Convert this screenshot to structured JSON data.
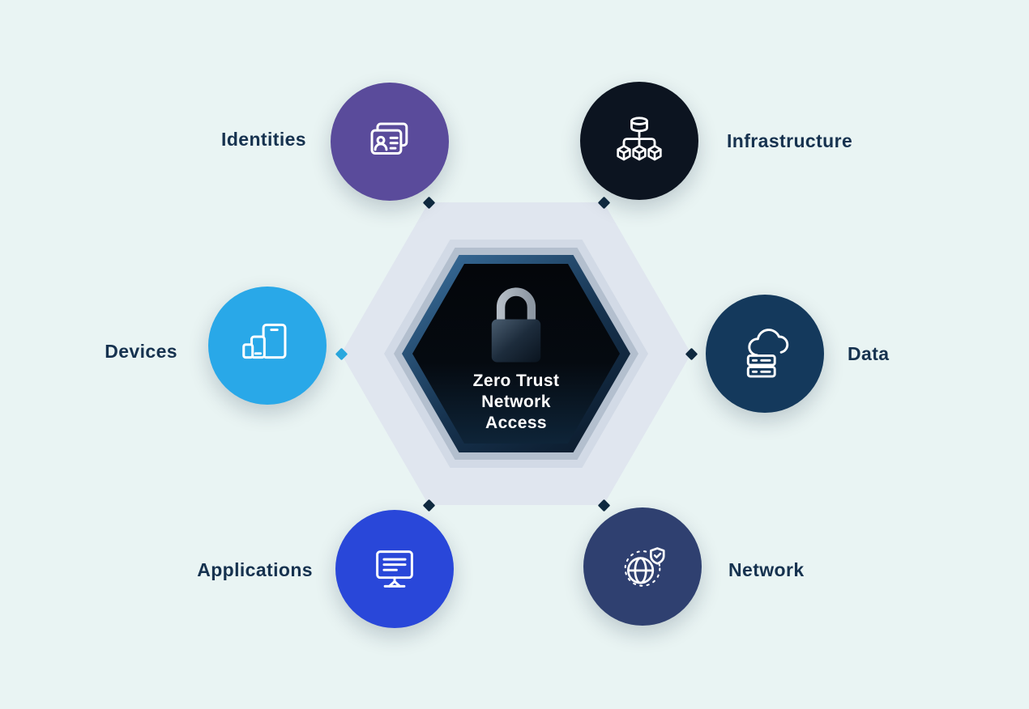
{
  "title": "Zero Trust Network Access diagram",
  "palette": {
    "background": "#e9f4f3",
    "label_color": "#16324f",
    "hex_outer": "#e0e6ef",
    "hex_mid": "#d2dae6",
    "hex_ring": "#b3bfce",
    "hex_border_gradient": [
      "#3c73a2",
      "#0a1726"
    ],
    "hex_core": "#04060a",
    "lock_shackle": "#9aa4ae",
    "lock_body": "#1d2c3c"
  },
  "center": {
    "icon": "padlock-icon",
    "lines": [
      "Zero Trust",
      "Network",
      "Access"
    ]
  },
  "nodes": [
    {
      "id": "identities",
      "label": "Identities",
      "color": "#5a4b9b",
      "icon": "id-card-icon",
      "label_side": "left"
    },
    {
      "id": "infrastructure",
      "label": "Infrastructure",
      "color": "#0c1420",
      "icon": "database-network-icon",
      "label_side": "right"
    },
    {
      "id": "devices",
      "label": "Devices",
      "color": "#29a8e8",
      "icon": "devices-icon",
      "label_side": "left"
    },
    {
      "id": "data",
      "label": "Data",
      "color": "#14395c",
      "icon": "cloud-servers-icon",
      "label_side": "right"
    },
    {
      "id": "applications",
      "label": "Applications",
      "color": "#2947d9",
      "icon": "monitor-apps-icon",
      "label_side": "left"
    },
    {
      "id": "network",
      "label": "Network",
      "color": "#2f4070",
      "icon": "globe-shield-icon",
      "label_side": "right"
    }
  ],
  "connectors": [
    {
      "position": "top-left",
      "color": "#102a40"
    },
    {
      "position": "top-right",
      "color": "#102a40"
    },
    {
      "position": "left",
      "color": "#2aa9e0"
    },
    {
      "position": "right",
      "color": "#102a40"
    },
    {
      "position": "bottom-left",
      "color": "#102a40"
    },
    {
      "position": "bottom-right",
      "color": "#102a40"
    }
  ]
}
